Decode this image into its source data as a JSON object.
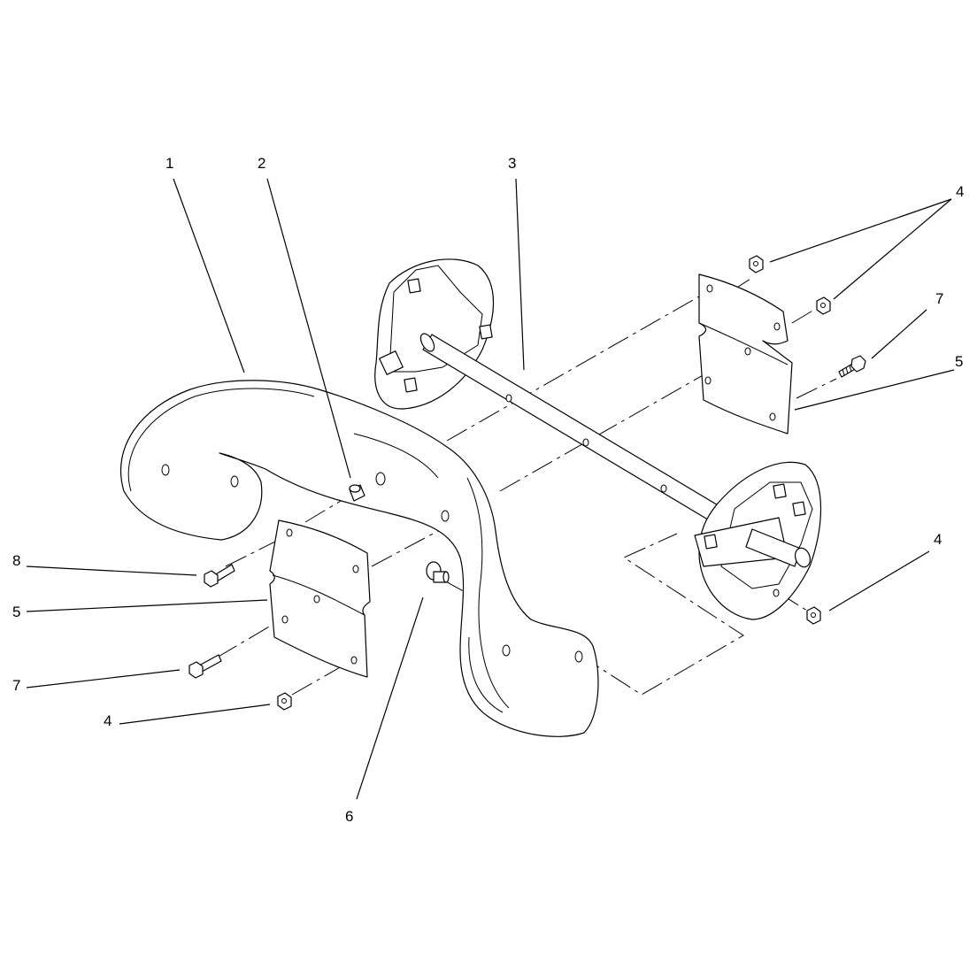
{
  "diagram": {
    "type": "exploded-parts-view",
    "callouts": [
      {
        "id": "c1",
        "label": "1"
      },
      {
        "id": "c2",
        "label": "2"
      },
      {
        "id": "c3",
        "label": "3"
      },
      {
        "id": "c4a",
        "label": "4"
      },
      {
        "id": "c7a",
        "label": "7"
      },
      {
        "id": "c5a",
        "label": "5"
      },
      {
        "id": "c4b",
        "label": "4"
      },
      {
        "id": "c8",
        "label": "8"
      },
      {
        "id": "c5b",
        "label": "5"
      },
      {
        "id": "c7b",
        "label": "7"
      },
      {
        "id": "c4c",
        "label": "4"
      },
      {
        "id": "c6",
        "label": "6"
      }
    ]
  }
}
